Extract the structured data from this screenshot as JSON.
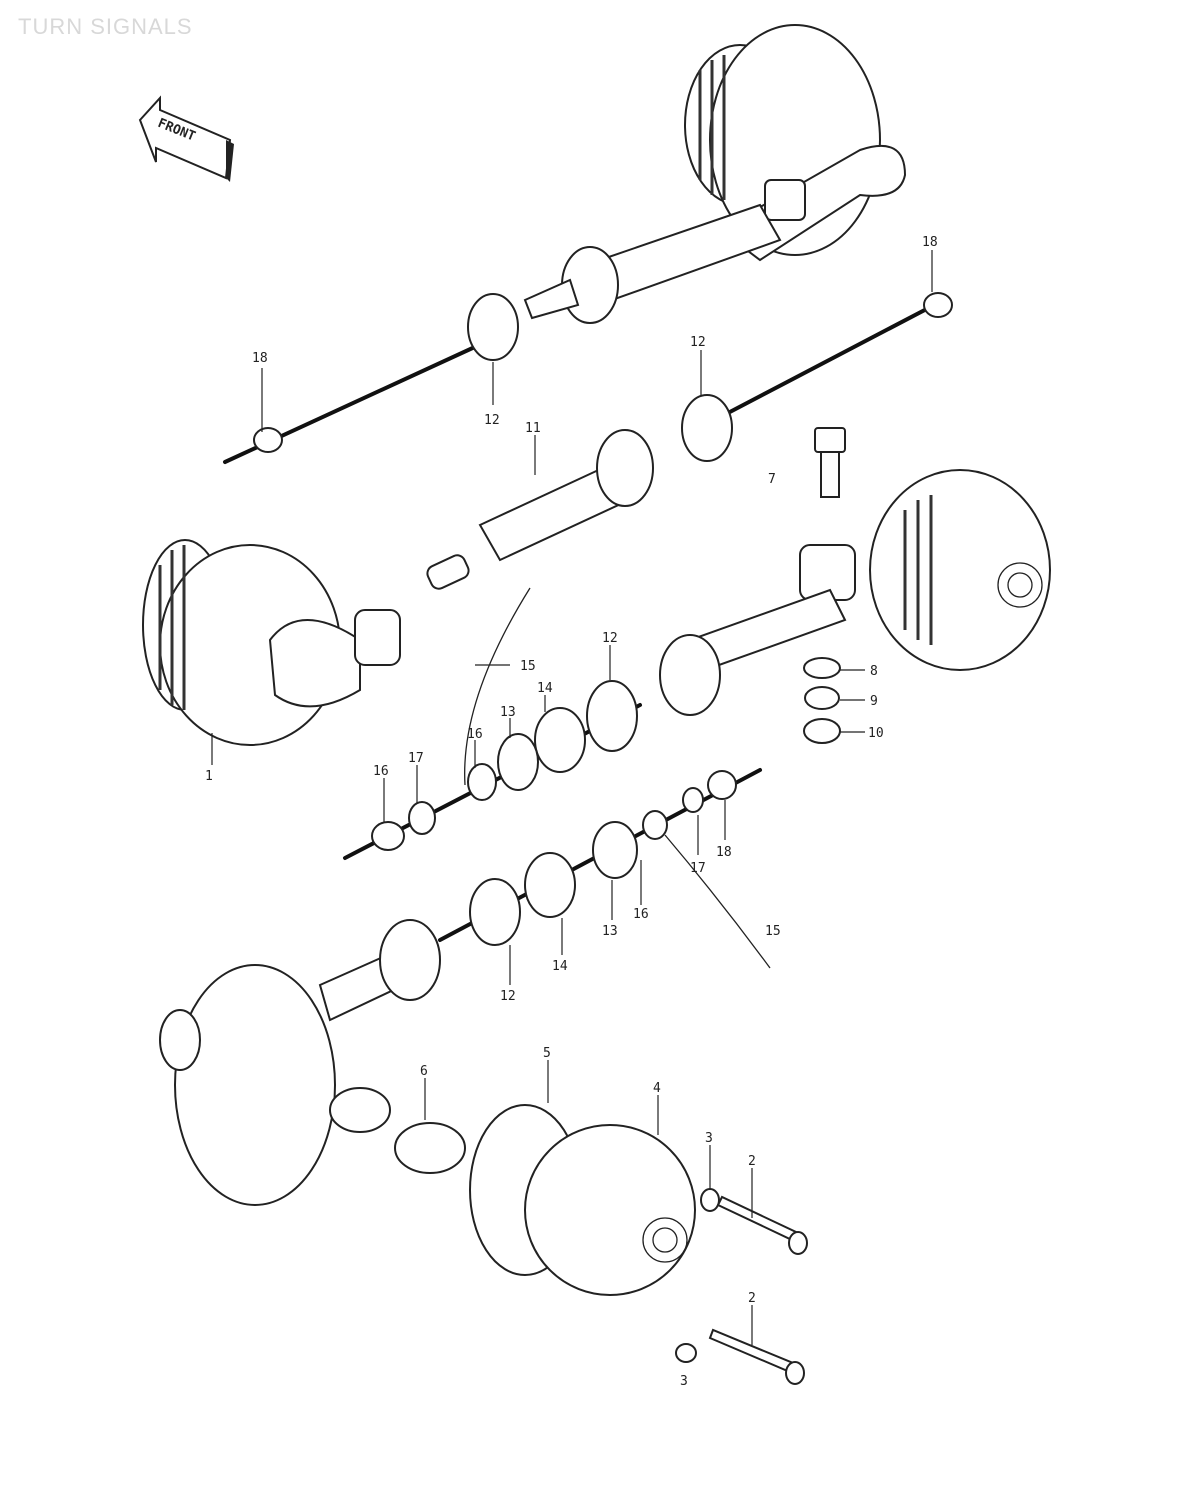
{
  "title": "TURN SIGNALS",
  "front_label": "FRONT",
  "callouts": [
    {
      "id": "c1",
      "text": "1"
    },
    {
      "id": "c2a",
      "text": "2"
    },
    {
      "id": "c2b",
      "text": "2"
    },
    {
      "id": "c3a",
      "text": "3"
    },
    {
      "id": "c3b",
      "text": "3"
    },
    {
      "id": "c4",
      "text": "4"
    },
    {
      "id": "c5",
      "text": "5"
    },
    {
      "id": "c6",
      "text": "6"
    },
    {
      "id": "c7",
      "text": "7"
    },
    {
      "id": "c8",
      "text": "8"
    },
    {
      "id": "c9",
      "text": "9"
    },
    {
      "id": "c10",
      "text": "10"
    },
    {
      "id": "c11",
      "text": "11"
    },
    {
      "id": "c12a",
      "text": "12"
    },
    {
      "id": "c12b",
      "text": "12"
    },
    {
      "id": "c12c",
      "text": "12"
    },
    {
      "id": "c12d",
      "text": "12"
    },
    {
      "id": "c13a",
      "text": "13"
    },
    {
      "id": "c13b",
      "text": "13"
    },
    {
      "id": "c14a",
      "text": "14"
    },
    {
      "id": "c14b",
      "text": "14"
    },
    {
      "id": "c15a",
      "text": "15"
    },
    {
      "id": "c15b",
      "text": "15"
    },
    {
      "id": "c16a",
      "text": "16"
    },
    {
      "id": "c16b",
      "text": "16"
    },
    {
      "id": "c16c",
      "text": "16"
    },
    {
      "id": "c17a",
      "text": "17"
    },
    {
      "id": "c17b",
      "text": "17"
    },
    {
      "id": "c18a",
      "text": "18"
    },
    {
      "id": "c18b",
      "text": "18"
    },
    {
      "id": "c18c",
      "text": "18"
    }
  ]
}
